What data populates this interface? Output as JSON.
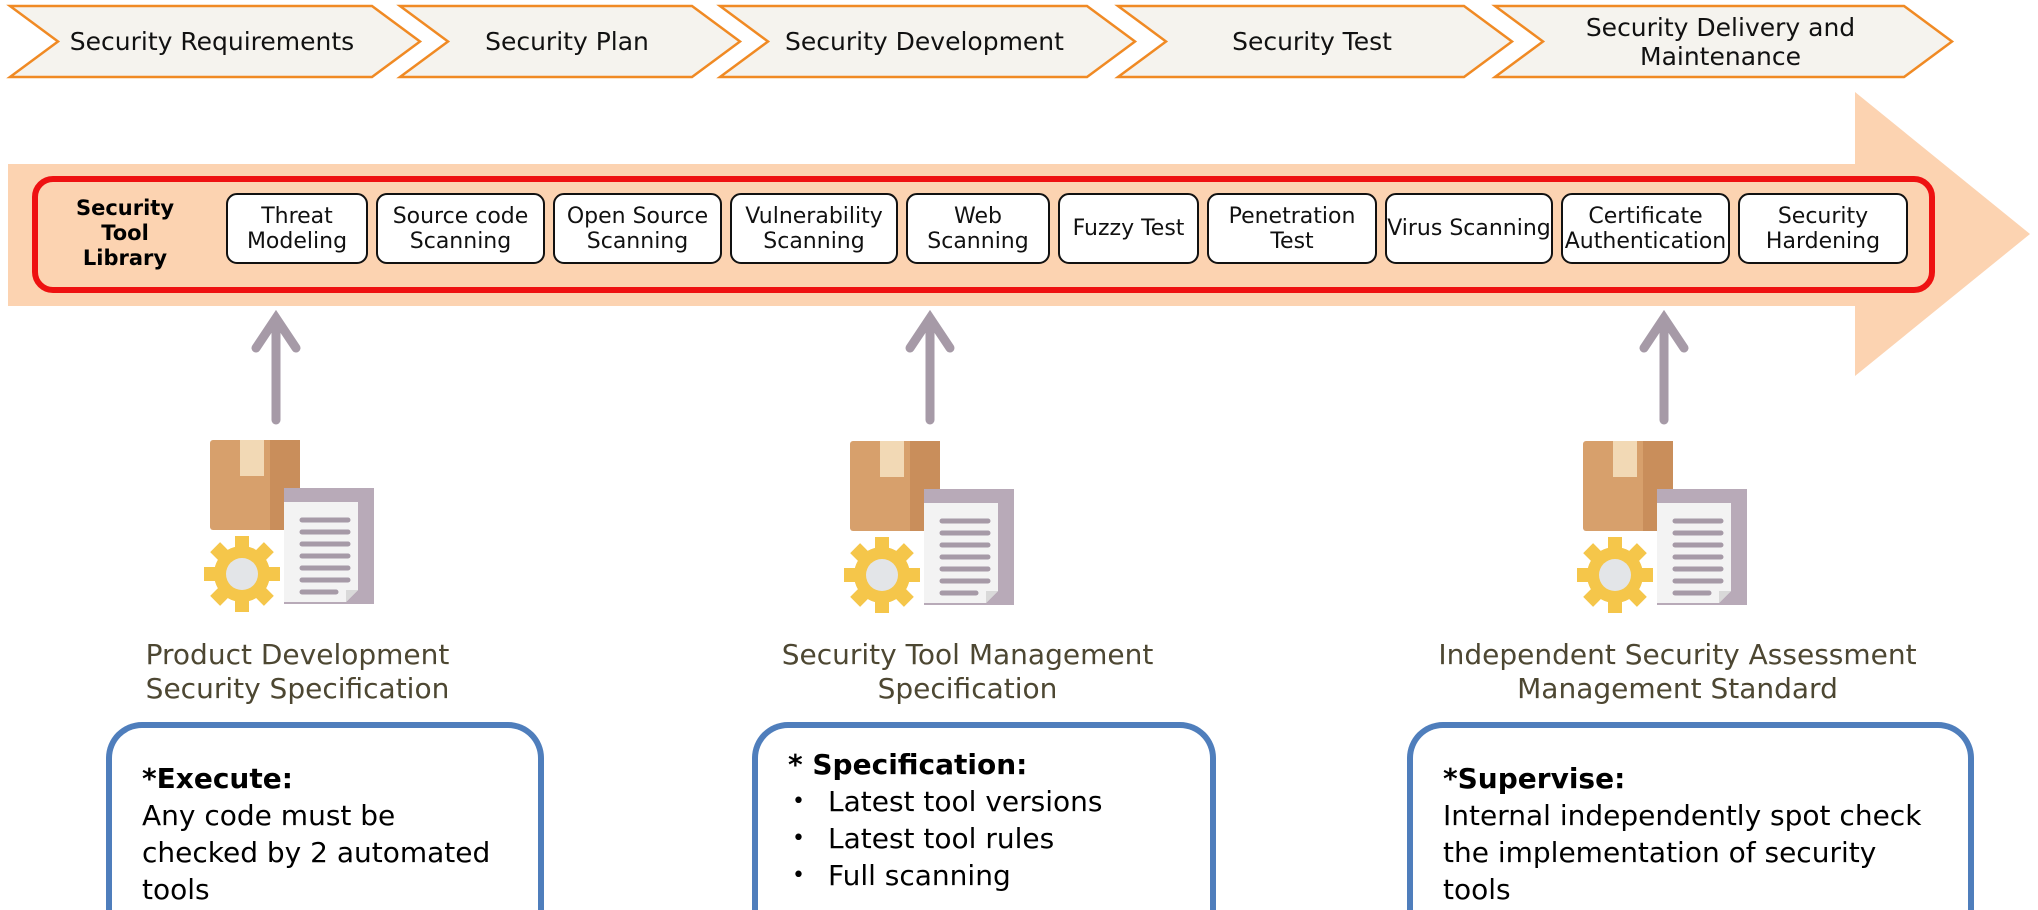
{
  "phases": [
    "Security Requirements",
    "Security Plan",
    "Security Development",
    "Security Test",
    "Security Delivery and Maintenance"
  ],
  "tool_library": {
    "label": "Security Tool Library",
    "tools": [
      "Threat Modeling",
      "Source code Scanning",
      "Open Source Scanning",
      "Vulnerability Scanning",
      "Web Scanning",
      "Fuzzy Test",
      "Penetration Test",
      "Virus Scanning",
      "Certificate Authentication",
      "Security Hardening"
    ]
  },
  "specs": [
    {
      "title": "Product Development Security Specification",
      "card_heading": "*Execute:",
      "card_text": "Any code must be checked by 2 automated tools",
      "card_bullets": []
    },
    {
      "title": "Security Tool Management Specification",
      "card_heading": "* Specification:",
      "card_text": "",
      "card_bullets": [
        "Latest tool versions",
        "Latest tool rules",
        "Full scanning"
      ]
    },
    {
      "title": "Independent Security Assessment Management Standard",
      "card_heading": "*Supervise:",
      "card_text": "Internal independently spot check the implementation of security tools",
      "card_bullets": []
    }
  ],
  "colors": {
    "phase_fill": "#f5f3ee",
    "phase_border": "#f08a24",
    "band_fill": "#fcd3b1",
    "library_border": "#ee1111",
    "arrow_up": "#a69aa7",
    "card_border": "#4f7ebc",
    "caption_text": "#4d4732"
  },
  "icons": [
    "box-document-gear-icon",
    "arrow-up-icon"
  ]
}
